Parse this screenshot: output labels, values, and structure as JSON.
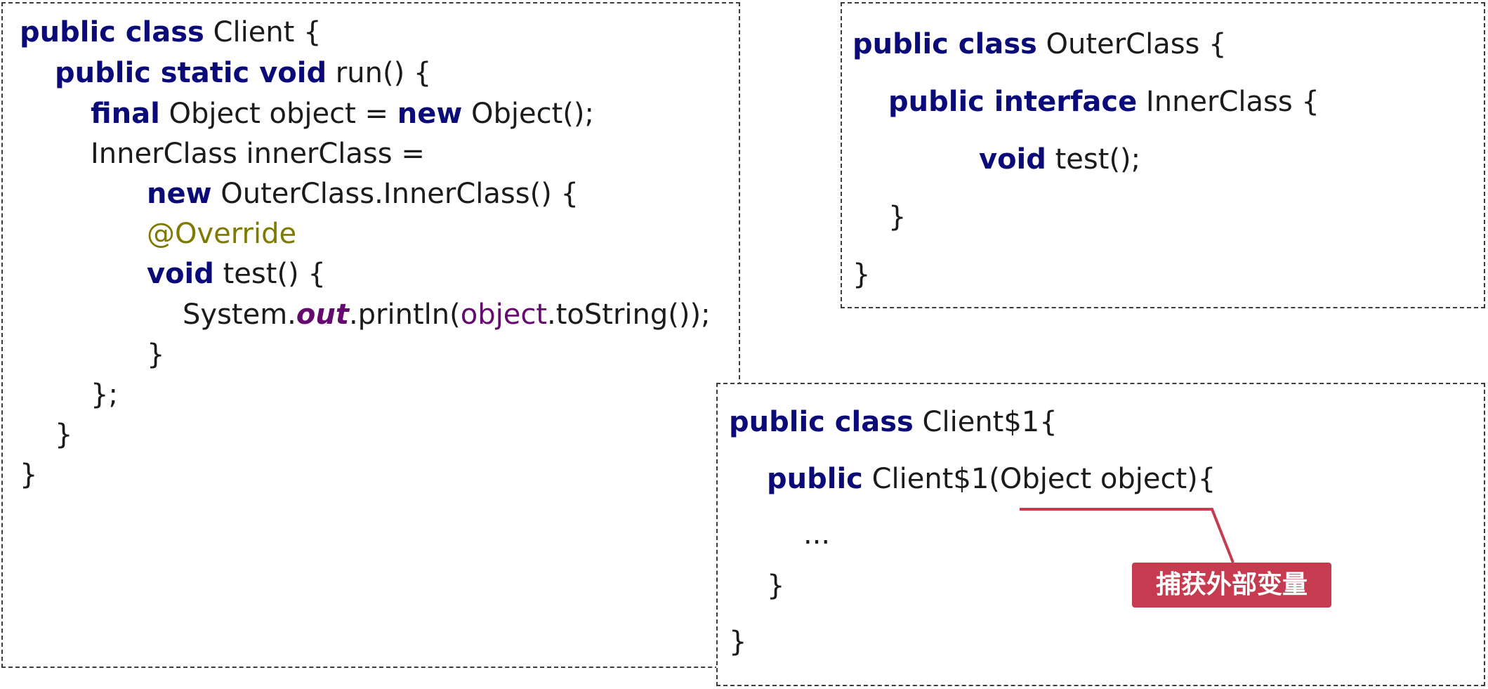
{
  "client_code": {
    "line1": {
      "kw": "public class",
      "rest": " Client {"
    },
    "line2": {
      "kw": "public static void",
      "rest": " run() {"
    },
    "line3": {
      "kw1": "final",
      "mid": " Object object = ",
      "kw2": "new",
      "rest": " Object();"
    },
    "line4": {
      "text": "InnerClass innerClass ="
    },
    "line5": {
      "kw": "new",
      "rest": " OuterClass.InnerClass() {"
    },
    "line6": {
      "annotation": "@Override"
    },
    "line7": {
      "kw": "void",
      "rest": " test() {"
    },
    "line8": {
      "pre": "System.",
      "field": "out",
      "mid": ".println(",
      "var": "object",
      "rest": ".toString());"
    },
    "line9": {
      "text": "}"
    },
    "line10": {
      "text": "};"
    },
    "line11": {
      "text": "}"
    },
    "line12": {
      "text": "}"
    }
  },
  "outer_code": {
    "line1": {
      "kw": "public class",
      "rest": " OuterClass {"
    },
    "line2": {
      "kw": "public interface",
      "rest": " InnerClass {"
    },
    "line3": {
      "kw": "void",
      "rest": " test();"
    },
    "line4": {
      "text": "}"
    },
    "line5": {
      "text": "}"
    }
  },
  "client1_code": {
    "line1": {
      "kw": "public class",
      "rest": " Client$1{"
    },
    "line2": {
      "kw": "public",
      "rest": " Client$1(Object object){"
    },
    "line3": {
      "text": "..."
    },
    "line4": {
      "text": "}"
    },
    "line5": {
      "text": "}"
    }
  },
  "callout": {
    "label": "捕获外部变量"
  },
  "colors": {
    "keyword": "#0a0a78",
    "annotation": "#7f7a00",
    "field": "#650a6e",
    "callout_bg": "#c63b50"
  }
}
